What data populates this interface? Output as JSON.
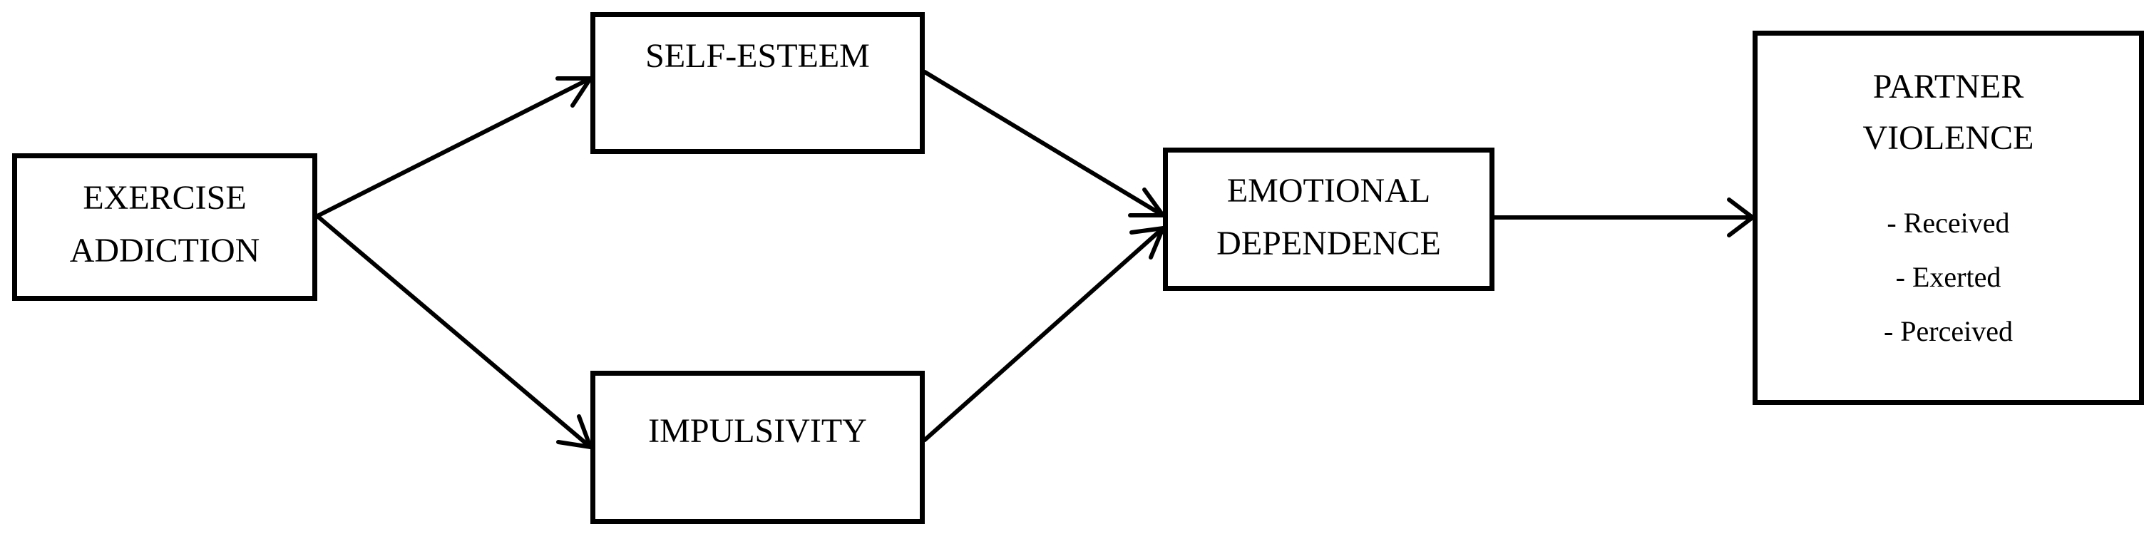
{
  "nodes": {
    "exercise_addiction": {
      "line1": "EXERCISE",
      "line2": "ADDICTION"
    },
    "self_esteem": {
      "label": "SELF-ESTEEM"
    },
    "impulsivity": {
      "label": "IMPULSIVITY"
    },
    "emotional_dependence": {
      "line1": "EMOTIONAL",
      "line2": "DEPENDENCE"
    },
    "partner_violence": {
      "line1": "PARTNER",
      "line2": "VIOLENCE",
      "items": [
        "- Received",
        "- Exerted",
        "- Perceived"
      ]
    }
  },
  "edges": [
    {
      "from": "exercise_addiction",
      "to": "self_esteem"
    },
    {
      "from": "exercise_addiction",
      "to": "impulsivity"
    },
    {
      "from": "self_esteem",
      "to": "emotional_dependence"
    },
    {
      "from": "impulsivity",
      "to": "emotional_dependence"
    },
    {
      "from": "emotional_dependence",
      "to": "partner_violence"
    }
  ]
}
